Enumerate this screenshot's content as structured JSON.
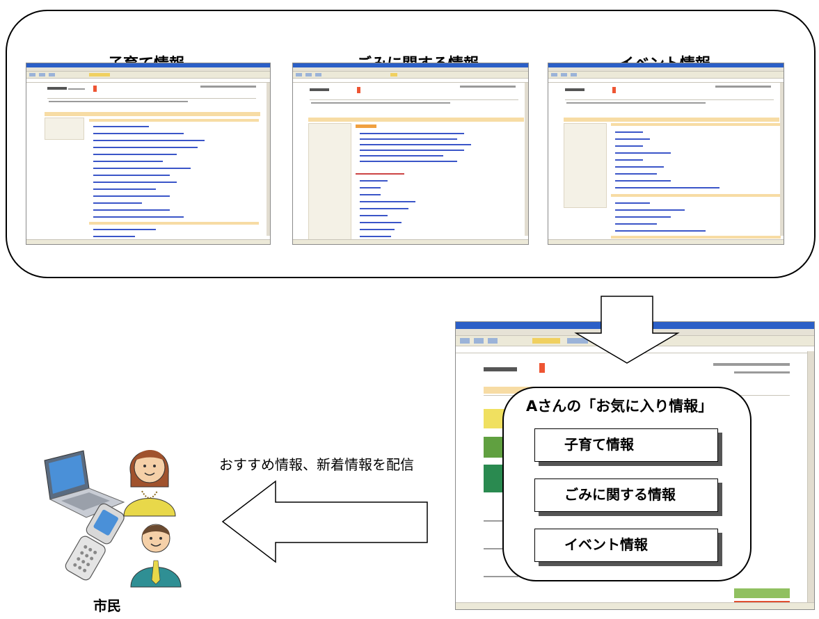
{
  "categories": [
    {
      "title": "子育て情報"
    },
    {
      "title": "ごみに関する情報"
    },
    {
      "title": "イベント情報"
    }
  ],
  "favorites": {
    "title": "Aさんの「お気に入り情報」",
    "items": [
      "子育て情報",
      "ごみに関する情報",
      "イベント情報"
    ]
  },
  "delivery_text": "おすすめ情報、新着情報を配信",
  "citizen_label": "市民",
  "colors": {
    "browser_titlebar": "#2b5fc7",
    "site_accent": "#f7dca4",
    "link": "#3a55c8",
    "woman_top": "#e8d84a",
    "man_jacket": "#2f8f94",
    "woman_hair": "#a0522d"
  }
}
